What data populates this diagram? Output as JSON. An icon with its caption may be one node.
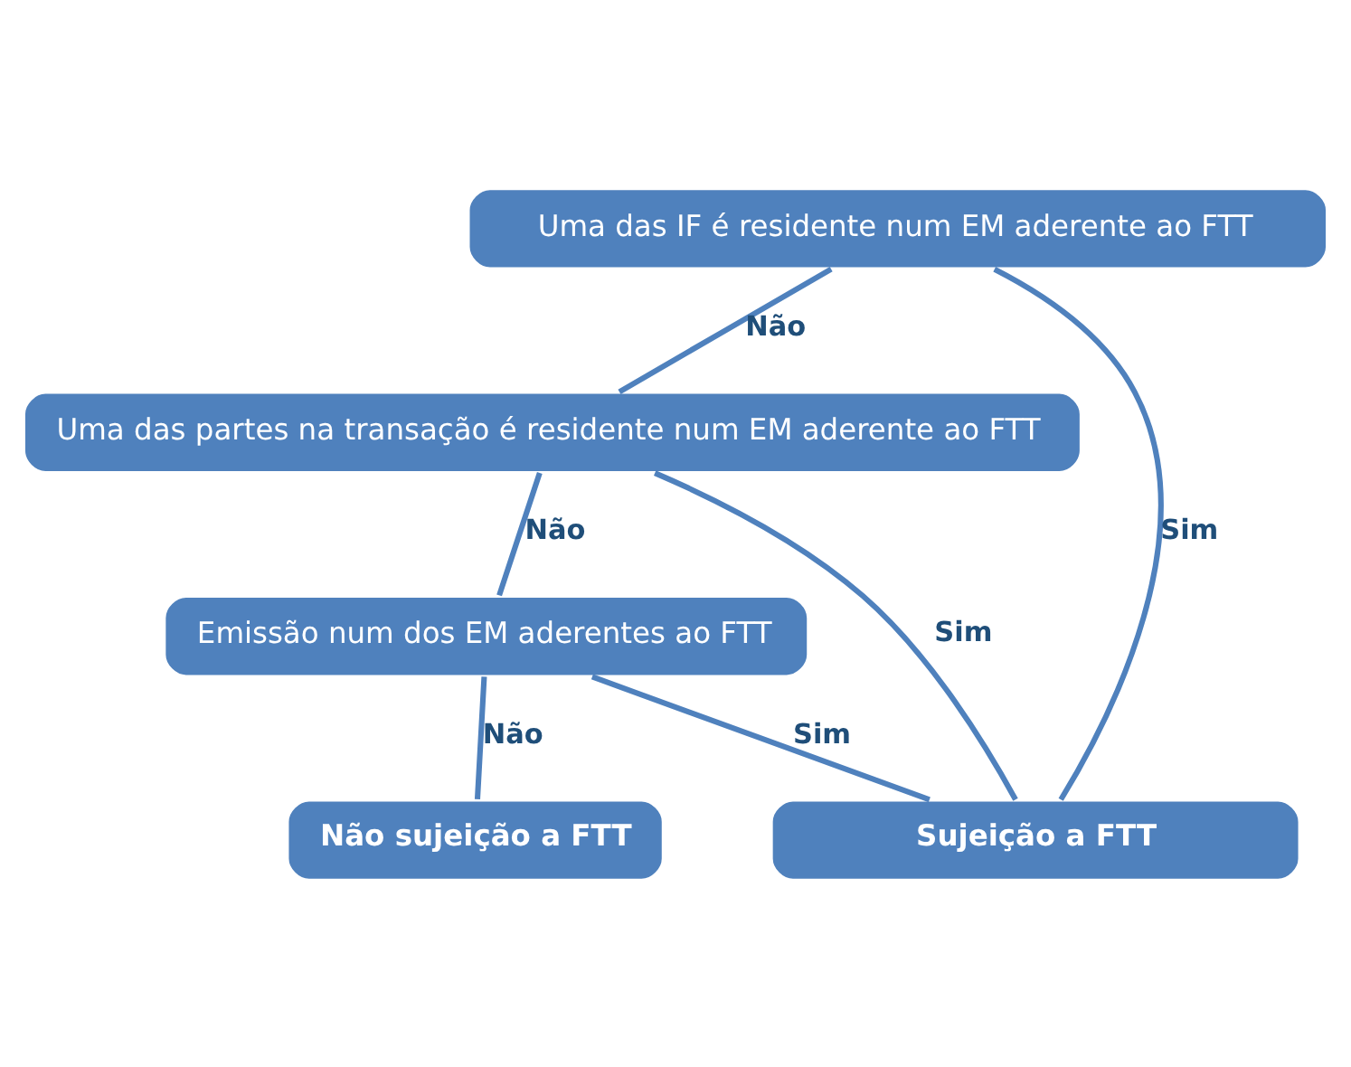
{
  "diagram": {
    "nodes": [
      {
        "text": [
          "Uma das IF é residente num EM aderente ao FTT"
        ]
      },
      {
        "text": [
          "Uma das partes na transação é residente num EM aderente ao FTT"
        ]
      },
      {
        "text": [
          "Emissão num dos EM aderentes ao FTT"
        ]
      },
      {
        "text": [
          "Sujeição a FTT"
        ]
      },
      {
        "text": [
          "Não sujeição a FTT"
        ]
      }
    ],
    "edges": [
      {
        "from": 0,
        "to": 3,
        "arrow": "none",
        "label": "Sim"
      },
      {
        "from": 0,
        "to": 1,
        "arrow": "none",
        "label": "Não"
      },
      {
        "from": 1,
        "to": 3,
        "arrow": "none",
        "label": "Sim"
      },
      {
        "from": 1,
        "to": 2,
        "arrow": "none",
        "label": "Não"
      },
      {
        "from": 2,
        "to": 3,
        "arrow": "none",
        "label": "Sim"
      },
      {
        "from": 2,
        "to": 4,
        "arrow": "none",
        "label": "Não"
      }
    ]
  }
}
